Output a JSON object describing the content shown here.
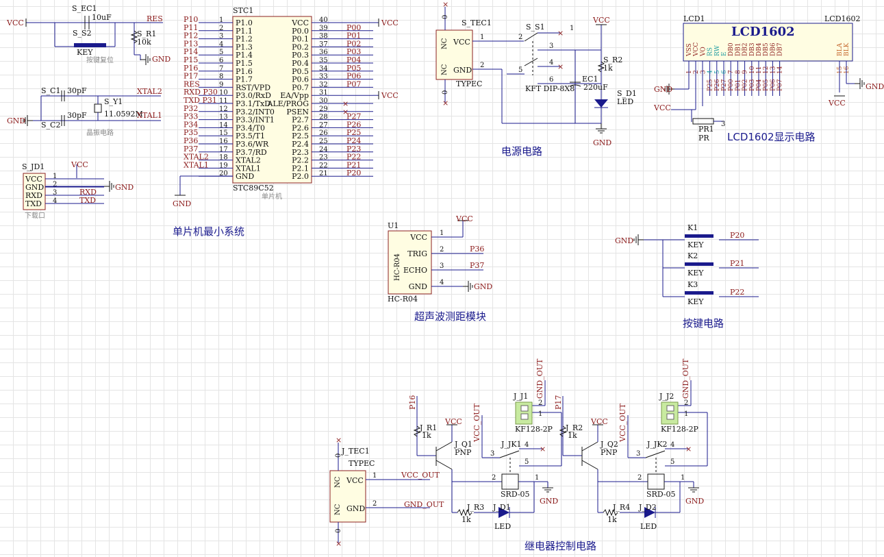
{
  "captions": {
    "mcu": "单片机最小系统",
    "power": "电源电路",
    "lcd": "LCD1602显示电路",
    "ultrasonic": "超声波测距模块",
    "keys": "按键电路",
    "relay": "继电器控制电路",
    "crystal": "晶振电路",
    "reset": "按键复位",
    "download": "下载口",
    "mcu_sub": "单片机"
  },
  "mcu": {
    "ref": "STC1",
    "part": "STC89C52",
    "left_pins": [
      "P1.0",
      "P1.1",
      "P1.2",
      "P1.3",
      "P1.4",
      "P1.5",
      "P1.6",
      "P1.7",
      "RST/VPD",
      "P3.0/RxD",
      "P3.1/TxD",
      "P3.2/INT0",
      "P3.3/INT1",
      "P3.4/T0",
      "P3.5/T1",
      "P3.6/WR",
      "P3.7/RD",
      "XTAL2",
      "XTAL1",
      "GND"
    ],
    "left_nums": [
      "1",
      "2",
      "3",
      "4",
      "5",
      "6",
      "7",
      "8",
      "9",
      "10",
      "11",
      "12",
      "13",
      "14",
      "15",
      "16",
      "17",
      "18",
      "19",
      "20"
    ],
    "left_nets": [
      "P10",
      "P11",
      "P12",
      "P13",
      "P14",
      "P15",
      "P16",
      "P17",
      "RES",
      "RXD P30",
      "TXD P31",
      "P32",
      "P33",
      "P34",
      "P35",
      "P36",
      "P37",
      "XTAL2",
      "XTAL1",
      ""
    ],
    "right_pins": [
      "VCC",
      "P0.0",
      "P0.1",
      "P0.2",
      "P0.3",
      "P0.4",
      "P0.5",
      "P0.6",
      "P0.7",
      "EA/Vpp",
      "ALE/PROG",
      "PSEN",
      "P2.7",
      "P2.6",
      "P2.5",
      "P2.4",
      "P2.3",
      "P2.2",
      "P2.1",
      "P2.0"
    ],
    "right_nums": [
      "40",
      "39",
      "38",
      "37",
      "36",
      "35",
      "34",
      "33",
      "32",
      "31",
      "30",
      "29",
      "28",
      "27",
      "26",
      "25",
      "24",
      "23",
      "22",
      "21"
    ],
    "right_nets": [
      "VCC",
      "P00",
      "P01",
      "P02",
      "P03",
      "P04",
      "P05",
      "P06",
      "P07",
      "VCC",
      "",
      "",
      "P27",
      "P26",
      "P25",
      "P24",
      "P23",
      "P22",
      "P21",
      "P20"
    ]
  },
  "reset": {
    "cap_ref": "S_EC1",
    "cap_val": "10uF",
    "sw_ref": "S_S2",
    "sw_val": "KEY",
    "res_ref": "S_R1",
    "res_val": "10k",
    "net": "RES",
    "vcc": "VCC",
    "gnd": "GND"
  },
  "crystal": {
    "c1_ref": "S_C1",
    "c1_val": "30pF",
    "c2_ref": "S_C2",
    "c2_val": "30pF",
    "y_ref": "S_Y1",
    "y_val": "11.0592M",
    "net1": "XTAL2",
    "net2": "XTAL1",
    "gnd": "GND"
  },
  "download": {
    "ref": "S_JD1",
    "pins": [
      "VCC",
      "GND",
      "RXD",
      "TXD"
    ],
    "nums": [
      "1",
      "2",
      "3",
      "4"
    ],
    "vcc": "VCC",
    "gnd": "GND",
    "rxd": "RXD",
    "txd": "TXD"
  },
  "power": {
    "conn_ref": "S_TEC1",
    "conn_part": "TYPEC",
    "nc": "NC",
    "vcc": "VCC",
    "gnd": "GND",
    "sw_ref": "S_S1",
    "sw_part": "KFT DIP-8X8",
    "cap_ref": "EC1",
    "cap_val": "220uF",
    "r_ref": "S_R2",
    "r_val": "1k",
    "d_ref": "S_D1",
    "d_val": "LED",
    "pin1": "1",
    "pin2": "2",
    "sw_pins": [
      "2",
      "3",
      "4",
      "5",
      "6",
      "1"
    ],
    "zero": "0"
  },
  "lcd": {
    "ref": "LCD1",
    "part": "LCD1602",
    "title": "LCD1602",
    "pins": [
      "VSS",
      "VCC",
      "VO",
      "RS",
      "RW",
      "E",
      "DB0",
      "DB1",
      "DB2",
      "DB3",
      "DB4",
      "DB5",
      "DB6",
      "DB7",
      "BLA",
      "BLK"
    ],
    "nums": [
      "1",
      "2",
      "3",
      "4",
      "5",
      "6",
      "7",
      "8",
      "9",
      "10",
      "11",
      "12",
      "13",
      "14",
      "15",
      "16"
    ],
    "nets": [
      "",
      "",
      "",
      "P25",
      "P26",
      "P27",
      "P00",
      "P01",
      "P02",
      "P03",
      "P04",
      "P05",
      "P06",
      "P07"
    ],
    "pr_ref": "PR1",
    "pr_part": "PR",
    "pr_pin": "3",
    "gnd": "GND",
    "vcc": "VCC"
  },
  "ultrasonic": {
    "ref": "U1",
    "part": "HC-R04",
    "side": "HC-R04",
    "pins": [
      "VCC",
      "TRIG",
      "ECHO",
      "GND"
    ],
    "nums": [
      "1",
      "2",
      "3",
      "4"
    ],
    "nets": [
      "VCC",
      "P36",
      "P37",
      "GND"
    ]
  },
  "keys": {
    "gnd": "GND",
    "items": [
      {
        "ref": "K1",
        "val": "KEY",
        "net": "P20"
      },
      {
        "ref": "K2",
        "val": "KEY",
        "net": "P21"
      },
      {
        "ref": "K3",
        "val": "KEY",
        "net": "P22"
      }
    ]
  },
  "relay": {
    "conn_ref": "J_TEC1",
    "conn_part": "TYPEC",
    "nc": "NC",
    "vcc": "VCC",
    "gnd": "GND",
    "vcc_out": "VCC_OUT",
    "gnd_out": "GND_OUT",
    "ch1": {
      "in": "P16",
      "r": "J_R1",
      "rv": "1k",
      "q": "J_Q1",
      "qv": "PNP",
      "j": "J_J1",
      "jv": "KF128-2P",
      "k": "J_JK1",
      "kv": "SRD-05",
      "r2": "J_R3",
      "r2v": "1k",
      "d": "J_D1",
      "dv": "LED"
    },
    "ch2": {
      "in": "P17",
      "r": "J_R2",
      "rv": "1k",
      "q": "J_Q2",
      "qv": "PNP",
      "j": "J_J2",
      "jv": "KF128-2P",
      "k": "J_JK2",
      "kv": "SRD-05",
      "r2": "J_R4",
      "r2v": "1k",
      "d": "J_D2",
      "dv": "LED"
    }
  },
  "colors": {
    "wire": "#1a1a8c",
    "net": "#8b1a1a",
    "body": "#fffde2",
    "led": "#1a1a8c",
    "connector": "#c8eaa0"
  }
}
